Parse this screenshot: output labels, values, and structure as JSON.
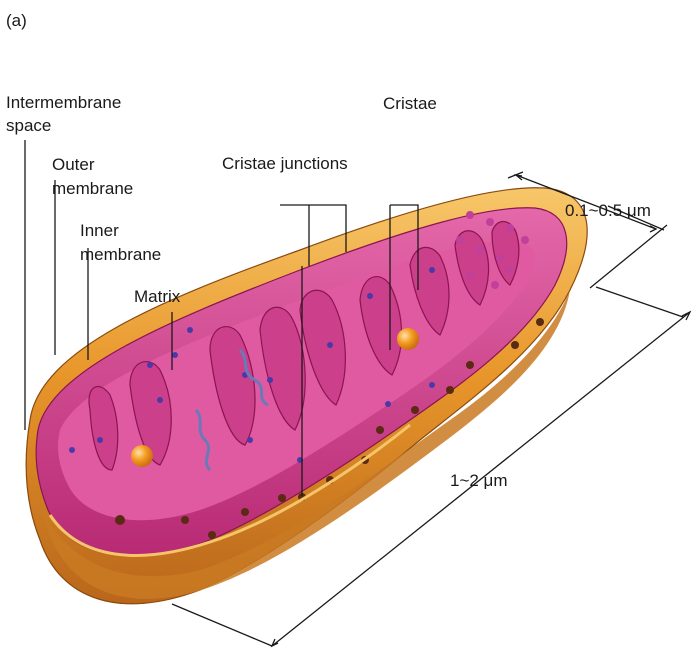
{
  "panel_label": "(a)",
  "labels": {
    "intermembrane_line1": "Intermembrane",
    "intermembrane_line2": "space",
    "outer_line1": "Outer",
    "outer_line2": "membrane",
    "inner_line1": "Inner",
    "inner_line2": "membrane",
    "matrix": "Matrix",
    "cristae_junctions": "Cristae junctions",
    "cristae": "Cristae"
  },
  "dimensions": {
    "width": "0.1~0.5 μm",
    "length": "1~2 μm"
  },
  "colors": {
    "outer_membrane": "#e8962a",
    "outer_membrane_light": "#f6c060",
    "outer_membrane_dark": "#b8661a",
    "inner_membrane": "#d43c8c",
    "inner_membrane_dark": "#a81e66",
    "matrix": "#e05aa2",
    "ribosome_dots": "#4a3aa8",
    "granule": "#f39a1e",
    "dna": "#6a7ab8"
  }
}
